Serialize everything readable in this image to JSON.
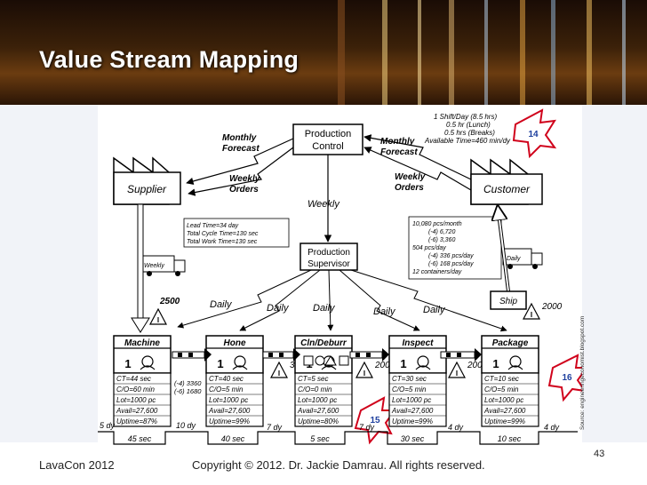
{
  "slide": {
    "title": "Value Stream Mapping",
    "footer_left": "LavaCon 2012",
    "copyright": "Copyright © 2012. Dr. Jackie Damrau. All rights reserved.",
    "page_number": "43",
    "source_note": "Source: engineeringeconomist.blogspot.com"
  },
  "diagram": {
    "supplier": "Supplier",
    "customer": "Customer",
    "production_control": [
      "Production",
      "Control"
    ],
    "production_supervisor": [
      "Production",
      "Supervisor"
    ],
    "monthly_forecast_left": [
      "Monthly",
      "Forecast"
    ],
    "monthly_forecast_right": [
      "Monthly",
      "Forecast"
    ],
    "weekly_orders_left": [
      "Weekly",
      "Orders"
    ],
    "weekly_orders_right": [
      "Weekly",
      "Orders"
    ],
    "weekly_center": "Weekly",
    "weekly_truck_label": "Weekly",
    "daily_truck_label": "Daily",
    "ship": "Ship",
    "shift_info": [
      "1 Shift/Day (8.5 hrs)",
      "0.5 hr (Lunch)",
      "0.5 hrs (Breaks)",
      "Available Time=460 min/dy"
    ],
    "lead_time_info": [
      "Lead Time=34 day",
      "Total Cycle Time=130 sec",
      "Total Work Time=130 sec"
    ],
    "demand_info": [
      "10,080 pcs/month",
      "(-4) 6,720",
      "(-6) 3,360",
      "504 pcs/day",
      "(-4) 336 pcs/day",
      "(-6) 168 pcs/day",
      "12 containers/day"
    ],
    "daily_labels": [
      "Daily",
      "Daily",
      "Daily",
      "Daily",
      "Daily"
    ],
    "processes": [
      {
        "name": "Machine",
        "data": [
          "CT=44 sec",
          "C/O=60 min",
          "Lot=1000 pc",
          "Avail=27,600",
          "Uptime=87%"
        ]
      },
      {
        "name": "Hone",
        "data": [
          "CT=40 sec",
          "C/O=5 min",
          "Lot=1000 pc",
          "Avail=27,600",
          "Uptime=99%"
        ]
      },
      {
        "name": "Cln/Deburr",
        "data": [
          "CT=5 sec",
          "C/O=0 min",
          "Lot=1000 pc",
          "Avail=27,600",
          "Uptime=80%"
        ]
      },
      {
        "name": "Inspect",
        "data": [
          "CT=30 sec",
          "C/O=5 min",
          "Lot=1000 pc",
          "Avail=27,600",
          "Uptime=99%"
        ]
      },
      {
        "name": "Package",
        "data": [
          "CT=10 sec",
          "C/O=5 min",
          "Lot=1000 pc",
          "Avail=27,600",
          "Uptime=99%"
        ]
      }
    ],
    "operators": [
      "1",
      "1",
      "1",
      "1",
      "1"
    ],
    "inventory": [
      "2500",
      "3500",
      "2000",
      "2000",
      "2000"
    ],
    "machine_inventory_split": [
      "(-4) 3360",
      "(-6) 1680"
    ],
    "timeline_top": [
      "5 dy",
      "10 dy",
      "7 dy",
      "7 dy",
      "4 dy",
      "4 dy"
    ],
    "timeline_bottom": [
      "45 sec",
      "40 sec",
      "5 sec",
      "30 sec",
      "10 sec"
    ],
    "kaizen_bursts": [
      "14",
      "16",
      "15"
    ]
  },
  "colors": {
    "banner": "#3b2109",
    "kaizen_red": "#d0021b",
    "kaizen_blue": "#1d3f9e",
    "ink": "#000000"
  }
}
